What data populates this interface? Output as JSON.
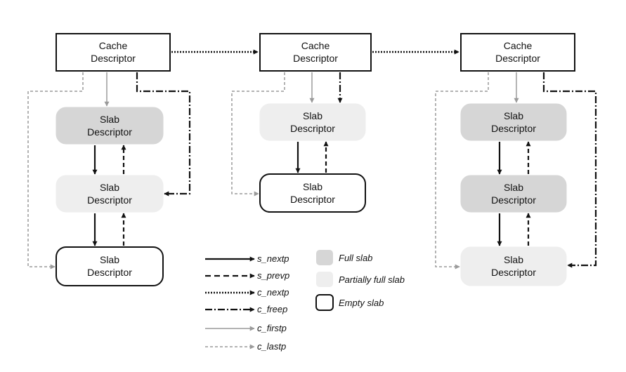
{
  "diagram": {
    "cache_label_line1": "Cache",
    "cache_label_line2": "Descriptor",
    "slab_label_line1": "Slab",
    "slab_label_line2": "Descriptor"
  },
  "colors": {
    "full": "#d6d6d6",
    "partial": "#eeeeee",
    "empty": "#ffffff",
    "solid_arrow": "#111111",
    "gray_arrow": "#9a9a9a"
  },
  "legend": {
    "arrows": [
      {
        "key": "s_nextp",
        "label": "s_nextp"
      },
      {
        "key": "s_prevp",
        "label": "s_prevp"
      },
      {
        "key": "c_nextp",
        "label": "c_nextp"
      },
      {
        "key": "c_freep",
        "label": "c_freep"
      },
      {
        "key": "c_firstp",
        "label": "c_firstp"
      },
      {
        "key": "c_lastp",
        "label": "c_lastp"
      }
    ],
    "slab_types": [
      {
        "key": "full",
        "label": "Full slab"
      },
      {
        "key": "partial",
        "label": "Partially full slab"
      },
      {
        "key": "empty",
        "label": "Empty slab"
      }
    ]
  }
}
